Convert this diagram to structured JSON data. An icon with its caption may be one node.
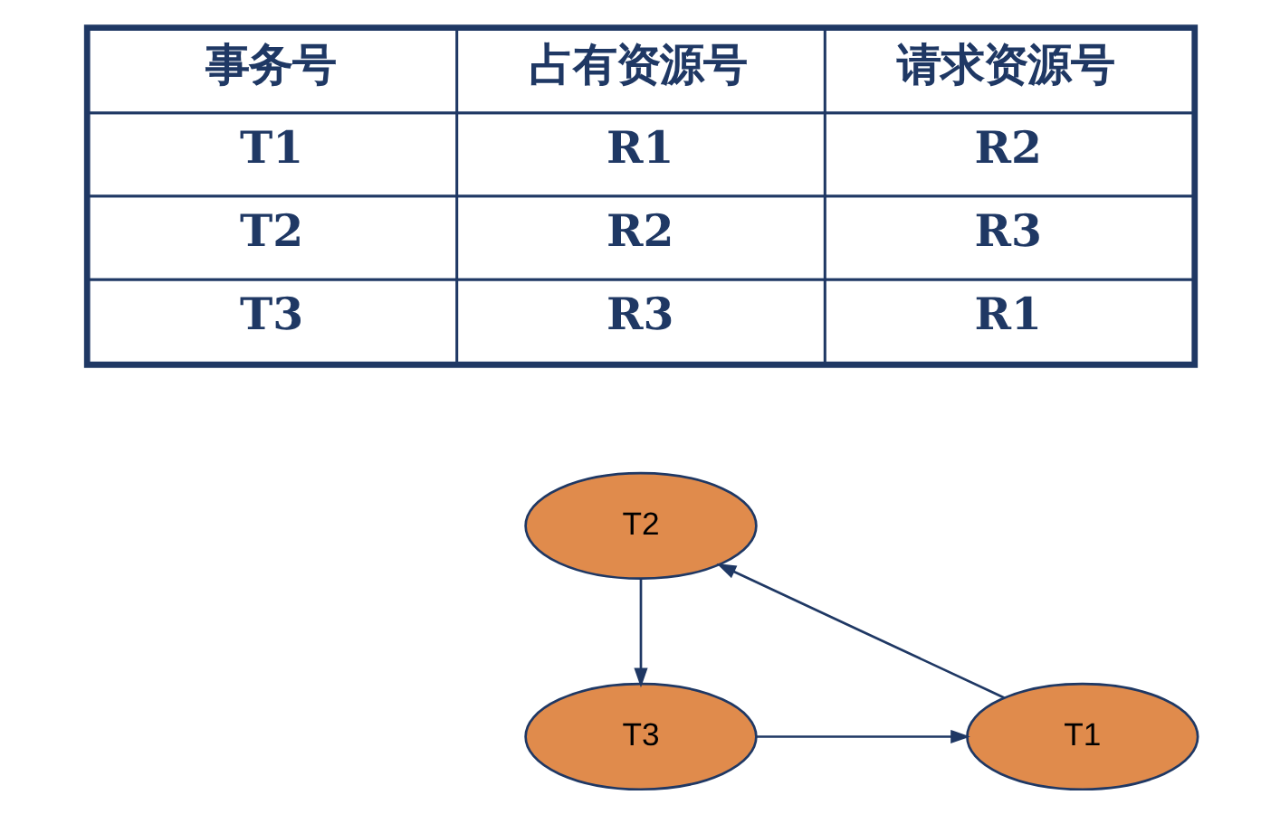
{
  "diagram": {
    "nodes": [
      {
        "text": [
          "T1"
        ]
      },
      {
        "text": [
          "T2"
        ]
      },
      {
        "text": [
          "T3"
        ]
      }
    ],
    "edges": [
      {
        "from": 0,
        "to": 1,
        "arrow": "to"
      },
      {
        "from": 1,
        "to": 2,
        "arrow": "to"
      },
      {
        "from": 2,
        "to": 0,
        "arrow": "to"
      }
    ],
    "labels": [
      "事务号",
      "占有资源号",
      "请求资源号",
      "T1",
      "R1",
      "R2",
      "T2",
      "R2",
      "R3",
      "T3",
      "R3",
      "R1"
    ]
  }
}
